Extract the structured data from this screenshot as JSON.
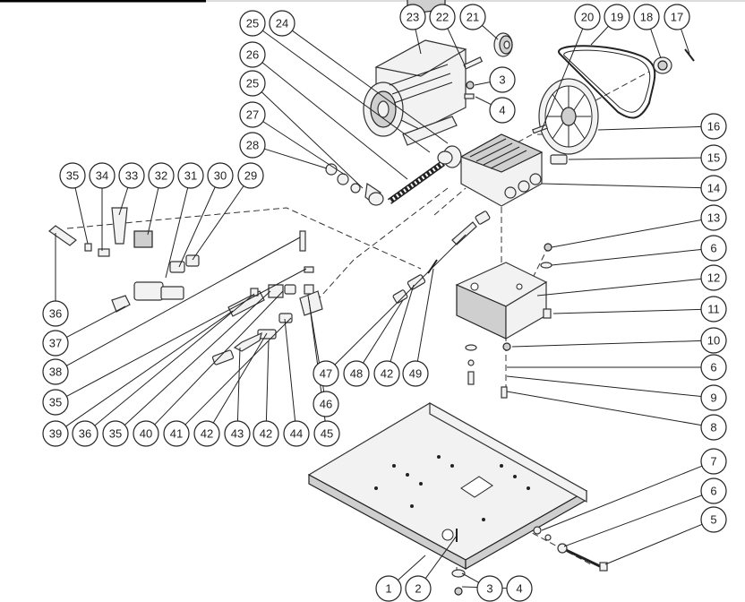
{
  "callouts": [
    "1",
    "2",
    "3",
    "4",
    "5",
    "6",
    "7",
    "8",
    "9",
    "10",
    "11",
    "12",
    "13",
    "14",
    "15",
    "16",
    "17",
    "18",
    "19",
    "20",
    "21",
    "22",
    "23",
    "24",
    "25",
    "26",
    "27",
    "28",
    "29",
    "30",
    "31",
    "32",
    "33",
    "34",
    "35",
    "36",
    "37",
    "38",
    "39",
    "40",
    "41",
    "42",
    "43",
    "44",
    "45",
    "46",
    "47",
    "48",
    "49"
  ],
  "bubbles": [
    {
      "label": "23"
    },
    {
      "label": "22"
    },
    {
      "label": "21"
    },
    {
      "label": "20"
    },
    {
      "label": "19"
    },
    {
      "label": "18"
    },
    {
      "label": "17"
    },
    {
      "label": "25"
    },
    {
      "label": "24"
    },
    {
      "label": "26"
    },
    {
      "label": "25"
    },
    {
      "label": "27"
    },
    {
      "label": "28"
    },
    {
      "label": "3"
    },
    {
      "label": "4"
    },
    {
      "label": "16"
    },
    {
      "label": "15"
    },
    {
      "label": "14"
    },
    {
      "label": "35"
    },
    {
      "label": "34"
    },
    {
      "label": "33"
    },
    {
      "label": "32"
    },
    {
      "label": "31"
    },
    {
      "label": "30"
    },
    {
      "label": "29"
    },
    {
      "label": "13"
    },
    {
      "label": "6"
    },
    {
      "label": "12"
    },
    {
      "label": "11"
    },
    {
      "label": "10"
    },
    {
      "label": "6"
    },
    {
      "label": "9"
    },
    {
      "label": "8"
    },
    {
      "label": "36"
    },
    {
      "label": "37"
    },
    {
      "label": "38"
    },
    {
      "label": "35"
    },
    {
      "label": "47"
    },
    {
      "label": "48"
    },
    {
      "label": "42"
    },
    {
      "label": "49"
    },
    {
      "label": "46"
    },
    {
      "label": "39"
    },
    {
      "label": "36"
    },
    {
      "label": "35"
    },
    {
      "label": "40"
    },
    {
      "label": "41"
    },
    {
      "label": "42"
    },
    {
      "label": "43"
    },
    {
      "label": "42"
    },
    {
      "label": "44"
    },
    {
      "label": "45"
    },
    {
      "label": "7"
    },
    {
      "label": "6"
    },
    {
      "label": "5"
    },
    {
      "label": "1"
    },
    {
      "label": "2"
    },
    {
      "label": "3"
    },
    {
      "label": "4"
    }
  ],
  "colors": {
    "line": "#222222",
    "fill": "#f2f2f2",
    "shade": "#cfcfcf",
    "background": "#ffffff"
  },
  "icons": [
    "electric-motor-icon",
    "pump-icon",
    "pulley-icon",
    "belt-icon",
    "base-plate-icon",
    "bracket-icon",
    "valve-icon",
    "hose-icon"
  ]
}
